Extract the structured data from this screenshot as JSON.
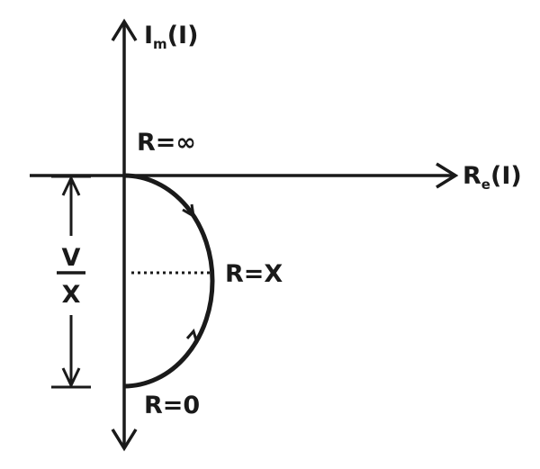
{
  "axes": {
    "imaginary": {
      "main": "I",
      "subscript": "m",
      "suffix": "(I)"
    },
    "real": {
      "main": "R",
      "subscript": "e",
      "suffix": "(I)"
    }
  },
  "labels": {
    "r_infinity": "R=∞",
    "r_x": "R=X",
    "r_zero": "R=0",
    "fraction_numerator": "V",
    "fraction_denominator": "X"
  },
  "colors": {
    "ink": "#1a1a1a",
    "background": "#ffffff"
  }
}
